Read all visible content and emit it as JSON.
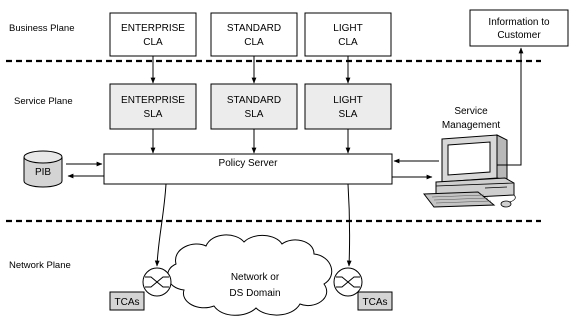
{
  "planes": {
    "business": "Business Plane",
    "service": "Service Plane",
    "network": "Network Plane"
  },
  "business": {
    "cla_boxes": [
      {
        "line1": "ENTERPRISE",
        "line2": "CLA"
      },
      {
        "line1": "STANDARD",
        "line2": "CLA"
      },
      {
        "line1": "LIGHT",
        "line2": "CLA"
      }
    ],
    "info_box": {
      "line1": "Information to",
      "line2": "Customer"
    }
  },
  "service": {
    "sla_boxes": [
      {
        "line1": "ENTERPRISE",
        "line2": "SLA"
      },
      {
        "line1": "STANDARD",
        "line2": "SLA"
      },
      {
        "line1": "LIGHT",
        "line2": "SLA"
      }
    ],
    "policy_server": "Policy Server",
    "pib": "PIB",
    "service_mgmt": {
      "line1": "Service",
      "line2": "Management"
    }
  },
  "network": {
    "cloud": {
      "line1": "Network or",
      "line2": "DS Domain"
    },
    "tca_left": "TCAs",
    "tca_right": "TCAs"
  },
  "colors": {
    "sla_fill": "#ececec",
    "computer_body": "#d8d8d8",
    "screen": "#ffffff"
  },
  "icons": [
    "database-cylinder-icon",
    "computer-workstation-icon",
    "router-icon",
    "cloud-icon"
  ]
}
